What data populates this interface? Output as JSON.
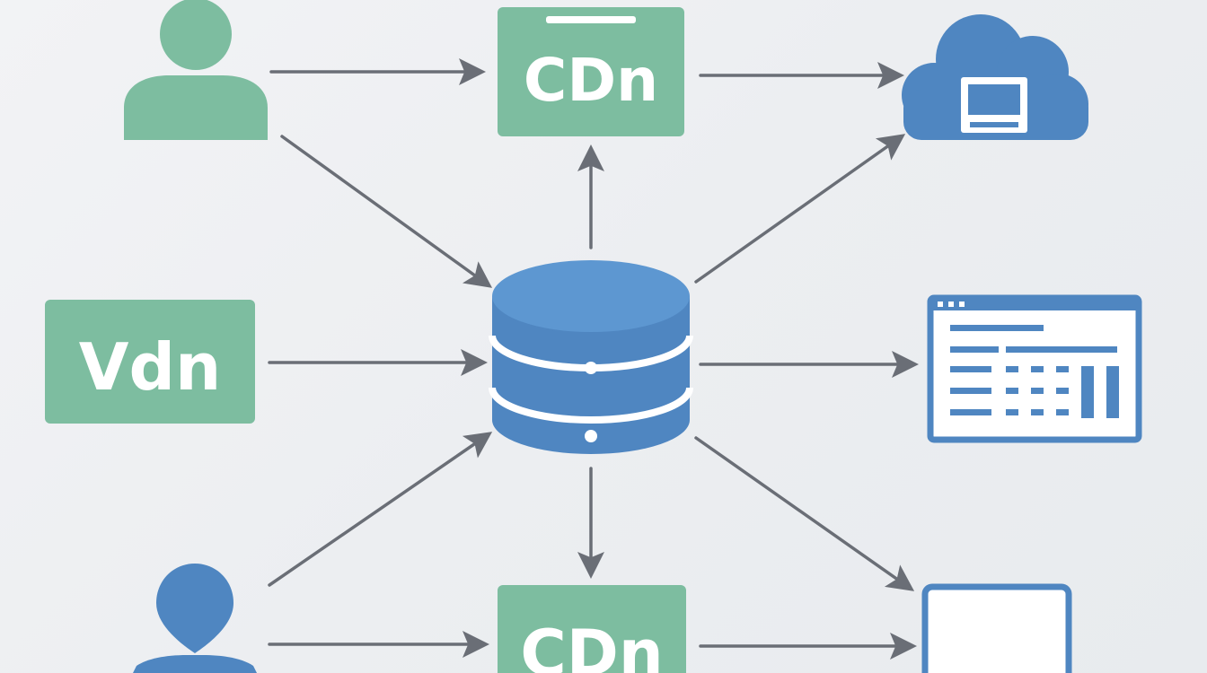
{
  "diagram": {
    "colors": {
      "background": "#eef0f2",
      "green": "#7dbda0",
      "blue": "#4f86c1",
      "arrow": "#6a6e76",
      "white": "#ffffff"
    },
    "nodes": {
      "cdn_top": {
        "label": "CDn"
      },
      "cdn_bottom": {
        "label": "CDn"
      },
      "vpn": {
        "label": "Vdn"
      },
      "user_top": {
        "icon": "user-icon"
      },
      "user_bottom": {
        "icon": "user-icon"
      },
      "database": {
        "icon": "database-icon"
      },
      "cloud": {
        "icon": "cloud-server-icon"
      },
      "dashboard": {
        "icon": "spreadsheet-window-icon"
      },
      "monitor": {
        "icon": "monitor-icon"
      }
    }
  }
}
